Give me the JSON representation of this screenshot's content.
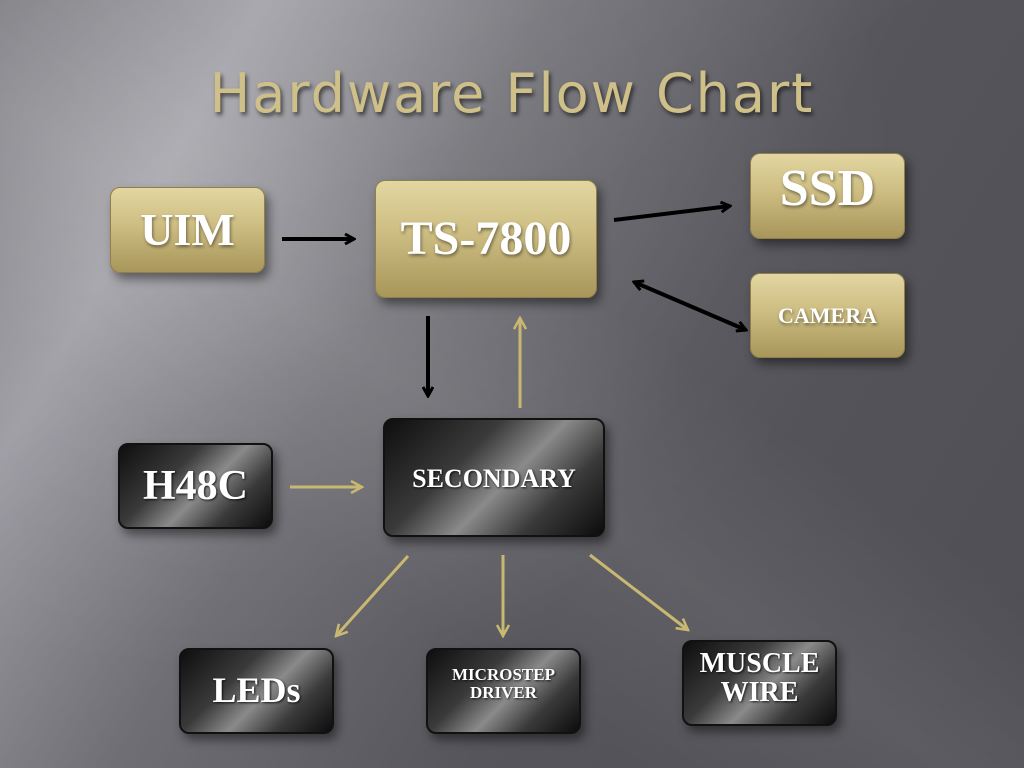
{
  "slide": {
    "title": "Hardware Flow Chart"
  },
  "nodes": {
    "uim": "UIM",
    "ts7800": "TS-7800",
    "ssd": "SSD",
    "camera": "CAMERA",
    "secondary": "SECONDARY",
    "h48c": "H48C",
    "leds": "LEDs",
    "microstep_line1": "MICROSTEP",
    "microstep_line2": "DRIVER",
    "muscle_line1": "MUSCLE",
    "muscle_line2": "WIRE"
  },
  "colors": {
    "title": "#cfc089",
    "gold_box": "#cdbd82",
    "dark_box": "#1a1a1a",
    "black_arrow": "#000000",
    "gold_arrow": "#c9b871"
  }
}
